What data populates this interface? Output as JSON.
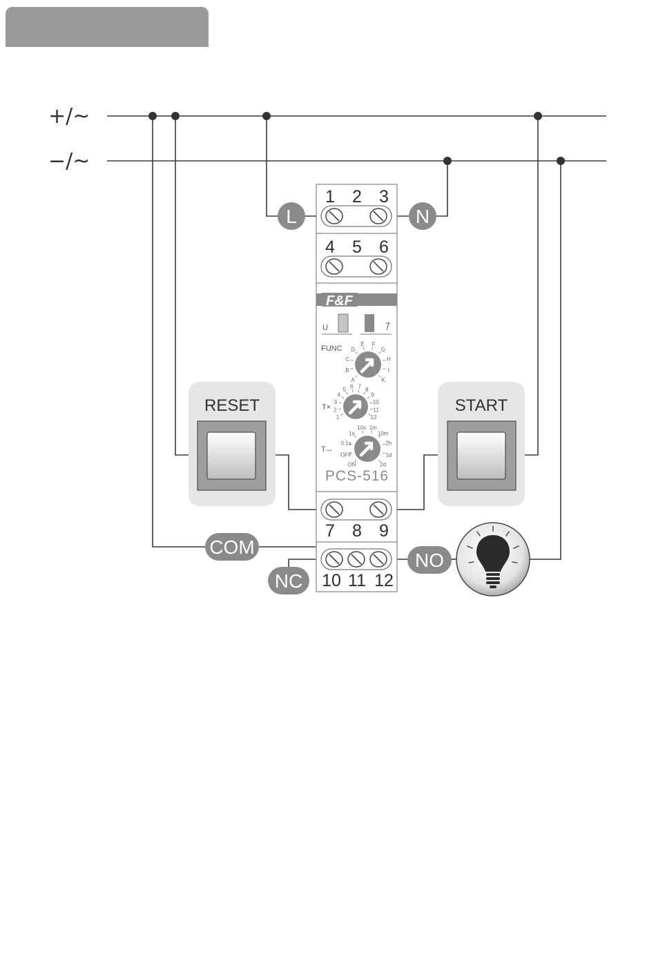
{
  "rails": {
    "positive": "+/~",
    "negative": "−/~"
  },
  "device": {
    "brand": "F&F",
    "model": "PCS-516",
    "top_terminals": [
      "1",
      "2",
      "3"
    ],
    "mid_terminals": [
      "4",
      "5",
      "6"
    ],
    "lower_terminals": [
      "7",
      "8",
      "9"
    ],
    "bottom_terminals": [
      "10",
      "11",
      "12"
    ],
    "u_label": "U",
    "func_label": "FUNC",
    "tx_label": "T×",
    "tarrow_label": "T↔",
    "func_scale": [
      "A",
      "B",
      "C",
      "D",
      "E",
      "F",
      "G",
      "H",
      "I",
      "K"
    ],
    "tx_scale": [
      "1",
      "2",
      "3",
      "4",
      "5",
      "6",
      "7",
      "8",
      "9",
      "10",
      "11",
      "12"
    ],
    "time_scale": [
      "ON",
      "OFF",
      "0.1s",
      "1s",
      "10s",
      "1m",
      "10m",
      "2h",
      "1d",
      "2d"
    ]
  },
  "pills": {
    "l": "L",
    "n": "N",
    "com": "COM",
    "nc": "NC",
    "no": "NO"
  },
  "buttons": {
    "reset": "RESET",
    "start": "START"
  },
  "colors": {
    "wire": "#3a3a3a",
    "pill": "#8a8a8a",
    "panel": "#e6e6e6",
    "tab": "#9a9a9a"
  }
}
